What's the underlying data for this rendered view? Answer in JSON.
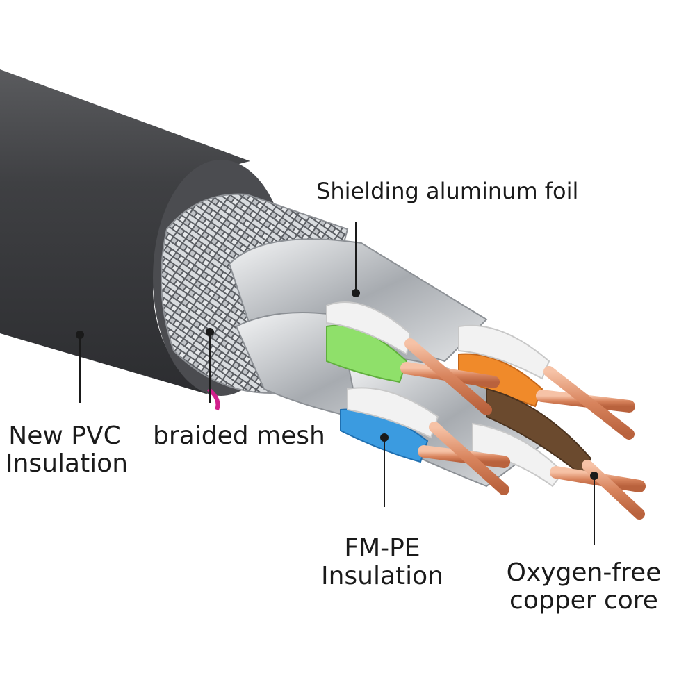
{
  "labels": {
    "foil": "Shielding aluminum foil",
    "pvc": [
      "New PVC",
      "Insulation"
    ],
    "mesh": "braided mesh",
    "fmpe": [
      "FM-PE",
      "Insulation"
    ],
    "core": [
      "Oxygen-free",
      "copper core"
    ]
  },
  "colors": {
    "jacket": "#3f4043",
    "jacket_end": "#4d4d50",
    "mesh": "#c9ccd0",
    "foil": "#d6d9dd",
    "copper": "#e09a78",
    "pair_green": "#8fe06a",
    "pair_orange": "#f08a2a",
    "pair_blue": "#3b9be0",
    "pair_brown": "#6b4a2e",
    "pair_white": "#f2f2f2",
    "accent_magenta": "#d21f8c",
    "leader": "#1a1a1a"
  },
  "icons": [
    "cable-cross-section-illustration"
  ]
}
